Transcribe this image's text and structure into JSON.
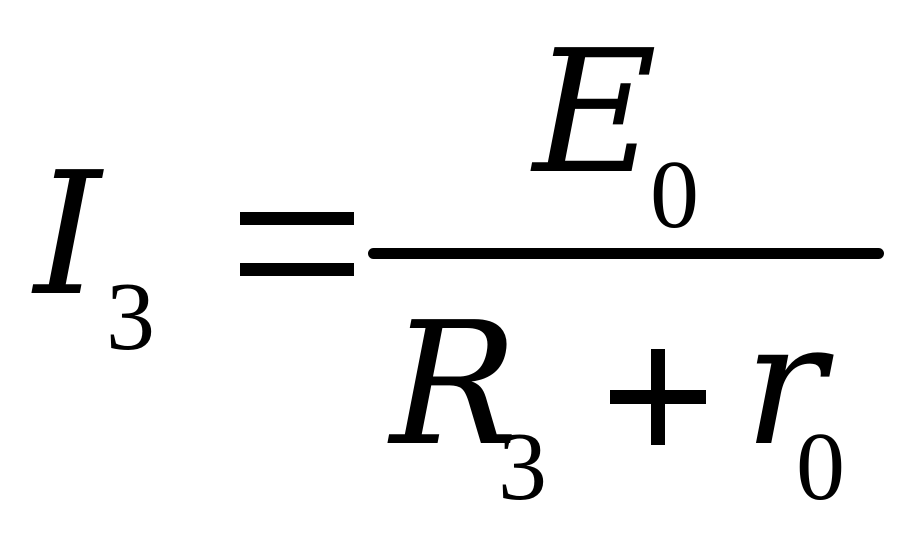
{
  "formula": {
    "lhs": {
      "symbol": "I",
      "subscript": "3"
    },
    "relation": "=",
    "numerator": {
      "symbol": "E",
      "subscript": "0"
    },
    "denominator": {
      "term1": {
        "symbol": "R",
        "subscript": "3"
      },
      "operator": "+",
      "term2": {
        "symbol": "r",
        "subscript": "0"
      }
    }
  }
}
